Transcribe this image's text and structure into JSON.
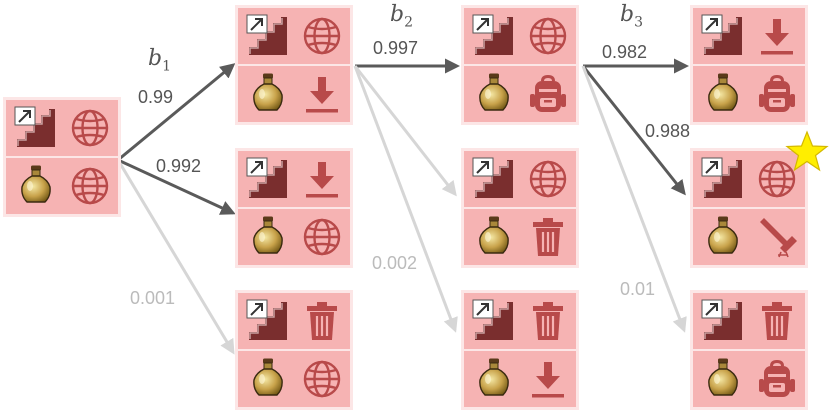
{
  "stages": [
    {
      "letter": "b",
      "index": "1"
    },
    {
      "letter": "b",
      "index": "2"
    },
    {
      "letter": "b",
      "index": "3"
    }
  ],
  "edge_labels": {
    "root_top": "0.99",
    "root_mid": "0.992",
    "root_low": "0.001",
    "l1_top": "0.997",
    "l1_low": "0.002",
    "l2_top": "0.982",
    "l2_mid": "0.988",
    "l2_low": "0.01"
  },
  "colors": {
    "strong_edge": "#5a5a5a",
    "faint_edge": "#d6d6d6",
    "card_bg": "#fce6e6",
    "cell_bg": "#f6b3b3",
    "icon_red": "#b84a4a",
    "star": "#ffee00"
  },
  "nodes": [
    {
      "id": "root",
      "top": [
        "stairs-icon",
        "globe-icon"
      ],
      "bottom": [
        "potion-icon",
        "globe-icon"
      ]
    },
    {
      "id": "l1a",
      "top": [
        "stairs-icon",
        "globe-icon"
      ],
      "bottom": [
        "potion-icon",
        "download-icon"
      ]
    },
    {
      "id": "l1b",
      "top": [
        "stairs-icon",
        "download-icon"
      ],
      "bottom": [
        "potion-icon",
        "globe-icon"
      ]
    },
    {
      "id": "l1c",
      "top": [
        "stairs-icon",
        "trash-icon"
      ],
      "bottom": [
        "potion-icon",
        "globe-icon"
      ]
    },
    {
      "id": "l2a",
      "top": [
        "stairs-icon",
        "globe-icon"
      ],
      "bottom": [
        "potion-icon",
        "backpack-icon"
      ]
    },
    {
      "id": "l2b",
      "top": [
        "stairs-icon",
        "globe-icon"
      ],
      "bottom": [
        "potion-icon",
        "trash-icon"
      ]
    },
    {
      "id": "l2c",
      "top": [
        "stairs-icon",
        "trash-icon"
      ],
      "bottom": [
        "potion-icon",
        "download-icon"
      ]
    },
    {
      "id": "l3a",
      "top": [
        "stairs-icon",
        "download-icon"
      ],
      "bottom": [
        "potion-icon",
        "backpack-icon"
      ]
    },
    {
      "id": "l3b",
      "top": [
        "stairs-icon",
        "globe-icon"
      ],
      "bottom": [
        "potion-icon",
        "hammer-icon"
      ],
      "starred": true
    },
    {
      "id": "l3c",
      "top": [
        "stairs-icon",
        "trash-icon"
      ],
      "bottom": [
        "potion-icon",
        "backpack-icon"
      ]
    }
  ]
}
